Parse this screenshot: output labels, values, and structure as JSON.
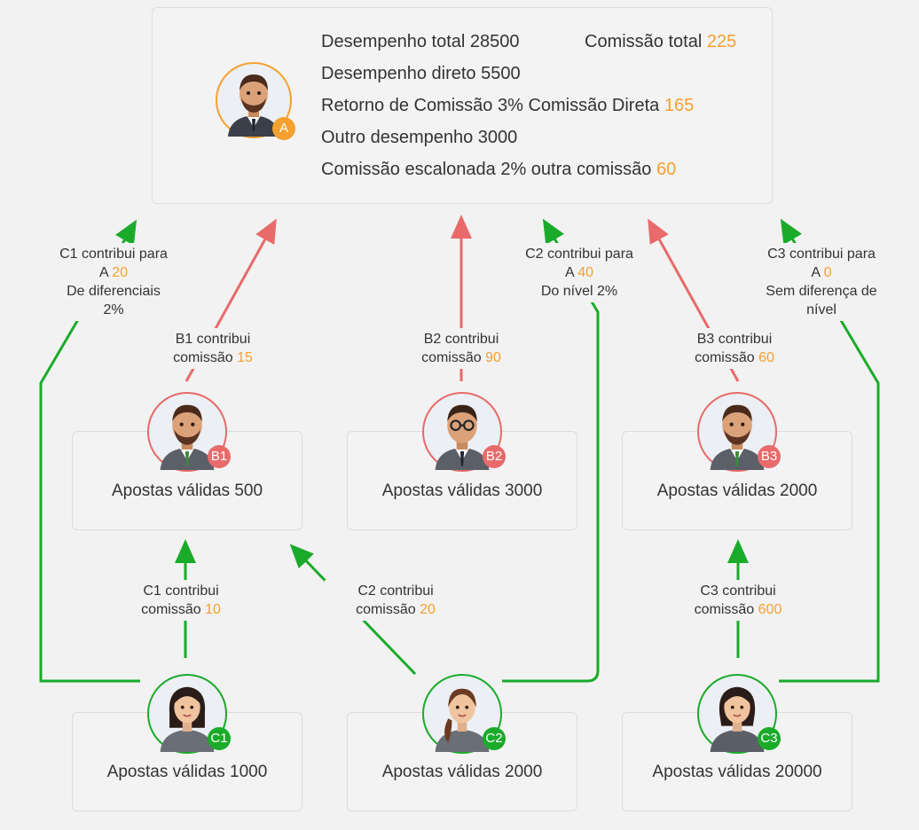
{
  "top": {
    "line1": "Desempenho total 28500",
    "line1b_label": "Comissão total ",
    "line1b_value": "225",
    "line2": "Desempenho direto 5500",
    "line3_label": "Retorno de Comissão 3% Comissão Direta ",
    "line3_value": "165",
    "line4": "Outro desempenho 3000",
    "line5_label": "Comissão escalonada 2% outra comissão ",
    "line5_value": "60",
    "avatar_badge": "A"
  },
  "b_nodes": [
    {
      "badge": "B1",
      "text": "Apostas válidas 500"
    },
    {
      "badge": "B2",
      "text": "Apostas válidas 3000"
    },
    {
      "badge": "B3",
      "text": "Apostas válidas 2000"
    }
  ],
  "c_nodes": [
    {
      "badge": "C1",
      "text": "Apostas válidas 1000"
    },
    {
      "badge": "C2",
      "text": "Apostas válidas 2000"
    },
    {
      "badge": "C3",
      "text": "Apostas válidas 20000"
    }
  ],
  "b_labels": [
    {
      "l1": "B1 contribui",
      "l2": "comissão ",
      "v": "15"
    },
    {
      "l1": "B2 contribui",
      "l2": "comissão ",
      "v": "90"
    },
    {
      "l1": "B3 contribui",
      "l2": "comissão ",
      "v": "60"
    }
  ],
  "c_labels": [
    {
      "l1": "C1 contribui",
      "l2": "comissão ",
      "v": "10"
    },
    {
      "l1": "C2 contribui",
      "l2": "comissão ",
      "v": "20"
    },
    {
      "l1": "C3 contribui",
      "l2": "comissão ",
      "v": "600"
    }
  ],
  "ca_labels": [
    {
      "l1": "C1 contribui para",
      "l2": "A ",
      "v": "20",
      "l3": "De diferenciais",
      "l4": "2%"
    },
    {
      "l1": "C2 contribui para",
      "l2": "A ",
      "v": "40",
      "l3": "Do nível 2%",
      "l4": ""
    },
    {
      "l1": "C3 contribui para",
      "l2": "A ",
      "v": "0",
      "l3": "Sem diferença de",
      "l4": "nível"
    }
  ],
  "colors": {
    "green": "#1aab2a",
    "red": "#e86a6a",
    "orange": "#f5a030",
    "bg": "#f2f2f2"
  }
}
